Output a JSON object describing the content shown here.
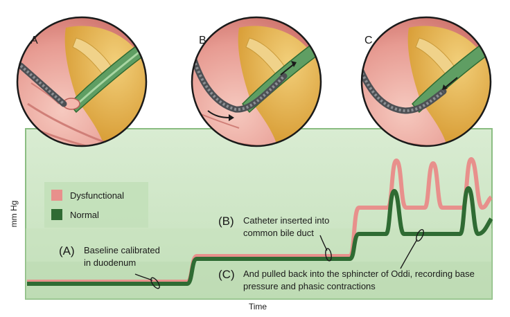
{
  "panels": [
    {
      "label": "A"
    },
    {
      "label": "B"
    },
    {
      "label": "C"
    }
  ],
  "legend": {
    "items": [
      {
        "label": "Dysfunctional",
        "color": "#e8908c"
      },
      {
        "label": "Normal",
        "color": "#2f6b33"
      }
    ]
  },
  "axes": {
    "ylabel": "mm Hg",
    "xlabel": "Time"
  },
  "annotations": {
    "a": {
      "letter": "(A)",
      "line1": "Baseline calibrated",
      "line2": "in duodenum"
    },
    "b": {
      "letter": "(B)",
      "line1": "Catheter inserted into",
      "line2": "common bile duct"
    },
    "c": {
      "letter": "(C)",
      "line1": "And pulled back into the sphincter of Oddi, recording base",
      "line2": "pressure and phasic contractions"
    }
  },
  "colors": {
    "chart_bg": "#cfe6c6",
    "chart_border": "#8bbd82",
    "tissue_pink": "#e79b92",
    "fat_yellow": "#e2b04a",
    "duct_green": "#5f9e63",
    "scope_gray": "#6b6e72"
  }
}
